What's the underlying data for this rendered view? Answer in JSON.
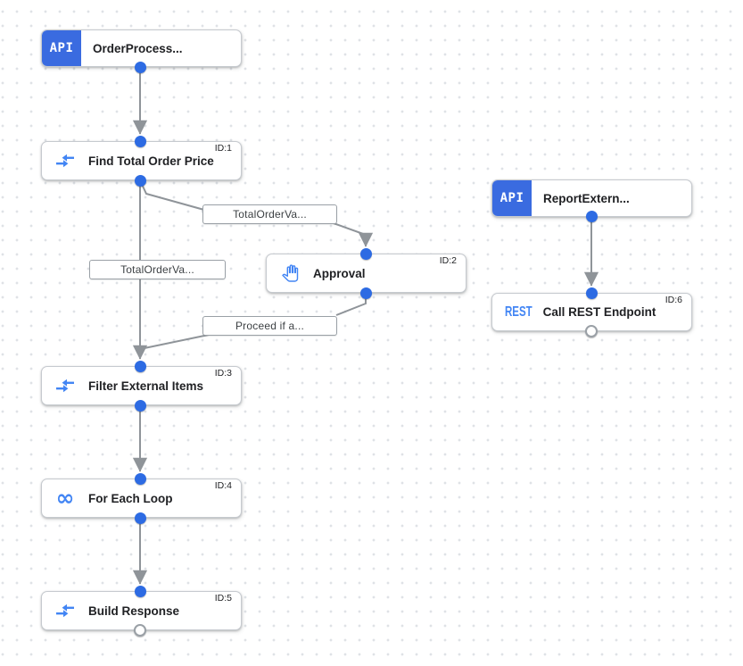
{
  "canvas": {
    "kind": "integration-workflow-designer"
  },
  "colors": {
    "badge_blue": "#3a6be0",
    "icon_blue": "#4285f4",
    "connector_blue": "#2d6be3",
    "edge_gray": "#8f9499",
    "node_border": "#c6cacf",
    "label_dark": "#202124",
    "grid_dot": "#dfe2e6"
  },
  "nodes": {
    "order_trigger": {
      "icon": "api-badge",
      "badge": "API",
      "label": "OrderProcess..."
    },
    "find_total": {
      "icon": "data-mapping",
      "id": "ID:1",
      "label": "Find Total Order Price"
    },
    "approval": {
      "icon": "pan-tool-hand",
      "id": "ID:2",
      "label": "Approval"
    },
    "filter_items": {
      "icon": "data-mapping",
      "id": "ID:3",
      "label": "Filter External Items"
    },
    "for_each": {
      "icon": "infinity-loop",
      "id": "ID:4",
      "label": "For Each Loop",
      "glyph": "∞"
    },
    "build_response": {
      "icon": "data-mapping",
      "id": "ID:5",
      "label": "Build Response"
    },
    "report_trigger": {
      "icon": "api-badge",
      "badge": "API",
      "label": "ReportExtern..."
    },
    "call_rest": {
      "icon": "rest-badge",
      "id": "ID:6",
      "badge": "REST",
      "label": "Call REST Endpoint"
    }
  },
  "edge_labels": {
    "find_to_approval": "TotalOrderVa...",
    "find_to_filter": "TotalOrderVa...",
    "approval_to_filter": "Proceed if a..."
  }
}
